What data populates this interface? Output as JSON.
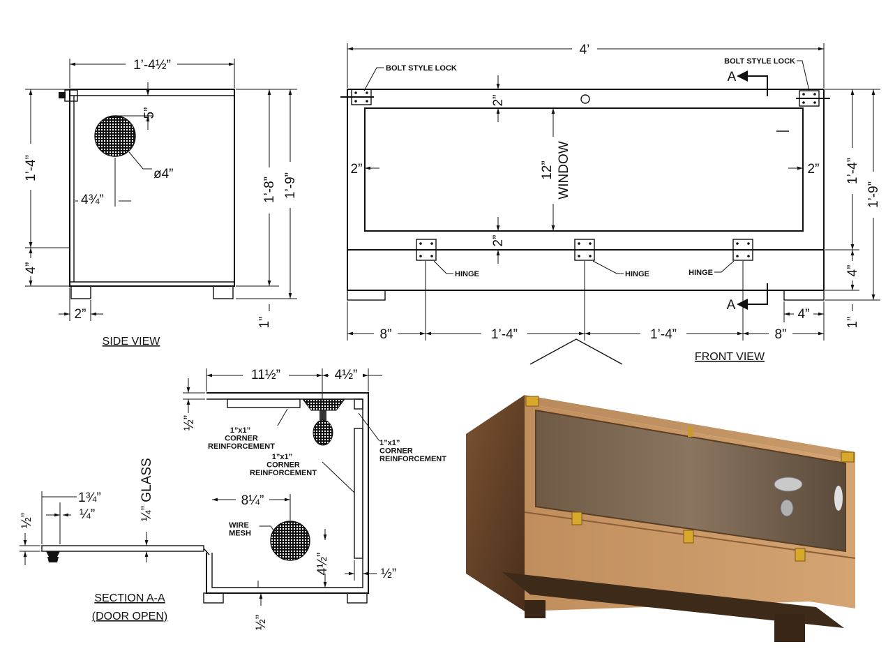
{
  "side_view": {
    "title": "SIDE VIEW",
    "dim_width": "1’-4½”",
    "dim_height_upper": "1’-4”",
    "dim_height_lower": "4”",
    "dim_total": "1’-8”",
    "dim_total_with_feet": "1’-9”",
    "dim_feet": "1”",
    "dim_hole_top": "5”",
    "dim_hole_offset": "4¾”",
    "dim_hole_dia": "ø4”",
    "dim_bottom": "2”"
  },
  "front_view": {
    "title": "FRONT VIEW",
    "dim_width": "4’",
    "lock_label_left": "BOLT STYLE LOCK",
    "lock_label_right": "BOLT STYLE LOCK",
    "dim_top_margin": "2”",
    "dim_left_margin": "2”",
    "dim_right_margin": "2”",
    "dim_window_height": "12”",
    "window_label": "WINDOW",
    "dim_bottom_margin": "2”",
    "hinge_label_1": "HINGE",
    "hinge_label_2": "HINGE",
    "hinge_label_3": "HINGE",
    "section_marker_top": "A",
    "section_marker_bottom": "A",
    "dim_right_upper": "1’-4”",
    "dim_right_lower": "4”",
    "dim_right_total": "1’-9”",
    "dim_right_feet": "1”",
    "dim_foot_width": "4”",
    "dim_bottom_1": "8”",
    "dim_bottom_2": "1’-4”",
    "dim_bottom_3": "1’-4”",
    "dim_bottom_4": "8”"
  },
  "section_view": {
    "title": "SECTION A-A",
    "subtitle": "(DOOR OPEN)",
    "dim_depth": "11½”",
    "dim_door_depth": "4½”",
    "dim_top": "½”",
    "label_reinf_1": "1”x1”\nCORNER\nREINFORCEMENT",
    "label_reinf_2": "1”x1”\nCORNER\nREINFORCEMENT",
    "label_reinf_3": "1”x1”\nCORNER\nREINFORCEMENT",
    "dim_mesh_offset": "8¼”",
    "mesh_label": "WIRE\nMESH",
    "dim_mesh_height": "4½”",
    "dim_right_half": "½”",
    "dim_bottom_half": "½”",
    "glass_label": "GLASS",
    "dim_glass_thk": "¼”",
    "dim_door_len": "1¾”",
    "dim_door_thk": "¼”",
    "dim_door_half": "½”"
  }
}
